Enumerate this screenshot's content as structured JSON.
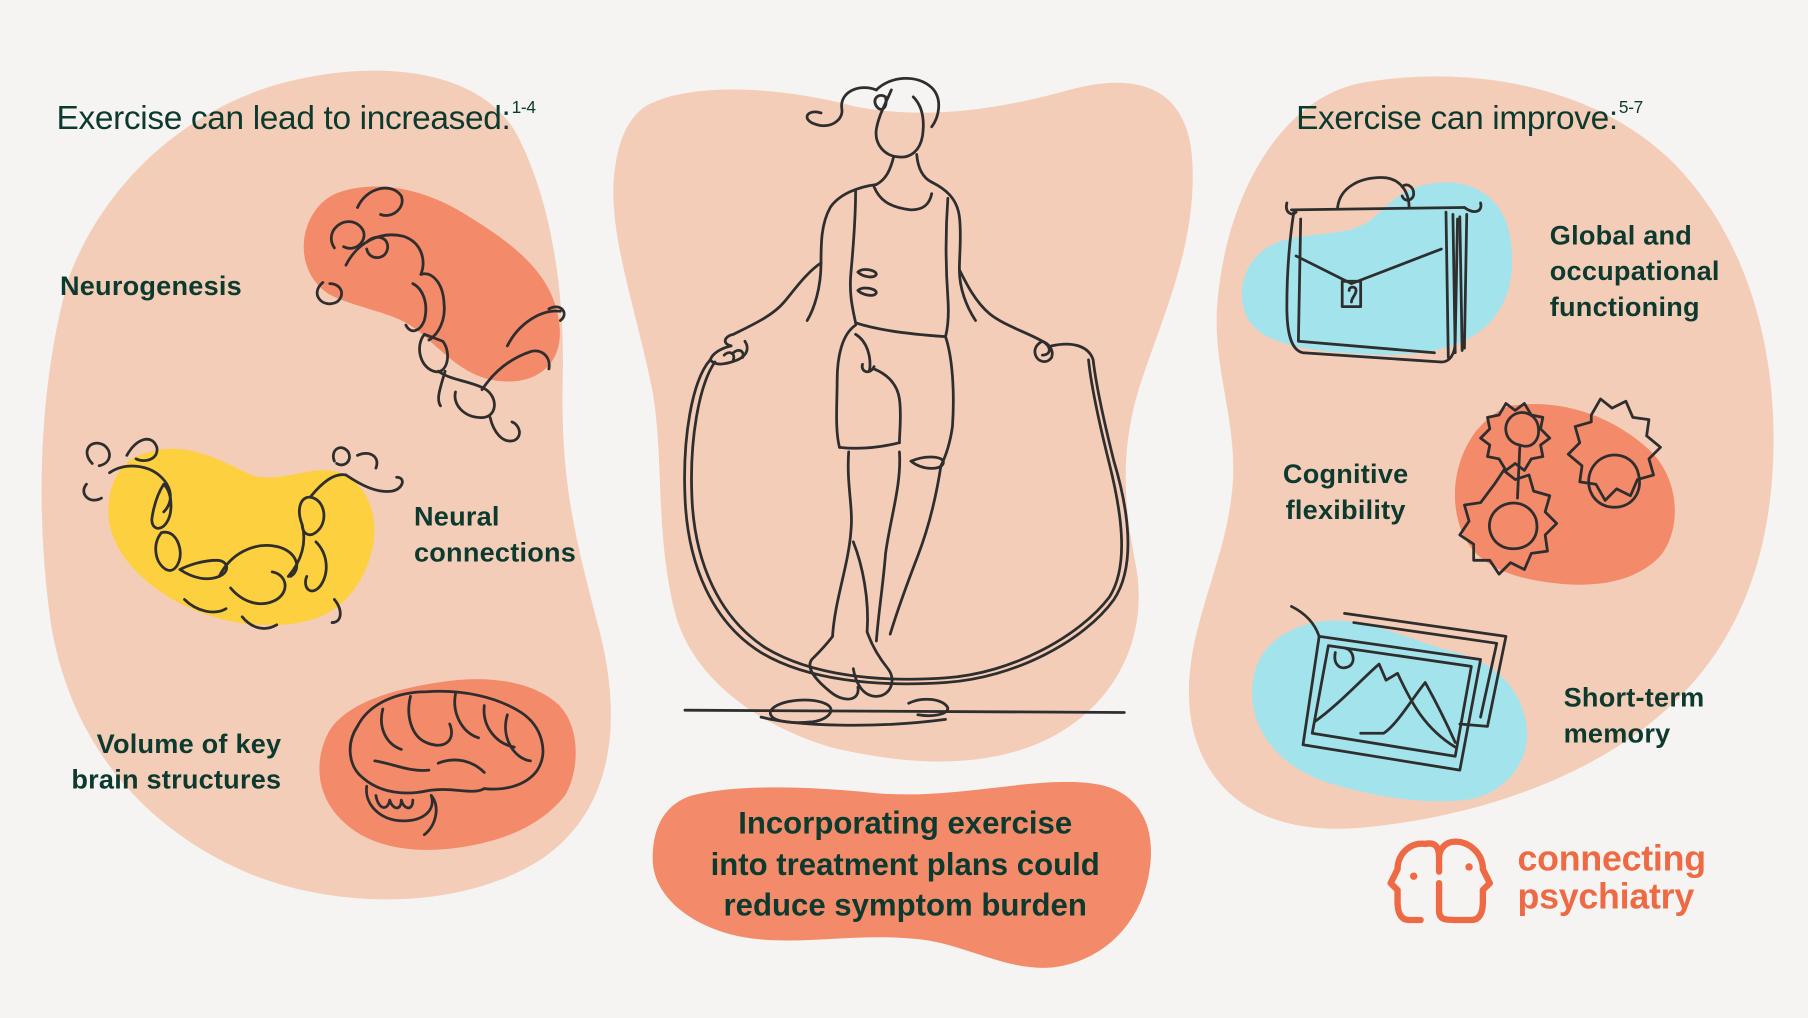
{
  "colors": {
    "background": "#f5f4f2",
    "panel_peach": "#f4cdb9",
    "accent_coral": "#f38a6a",
    "accent_yellow": "#fdd03f",
    "accent_cyan": "#a3e3ec",
    "text_dark_green": "#0d3a2e",
    "logo_orange": "#ee6a45",
    "line_art": "#2e2e2e"
  },
  "left_panel": {
    "heading": "Exercise can lead to increased:",
    "heading_ref": "1-4",
    "items": [
      {
        "label_lines": [
          "Neurogenesis"
        ],
        "icon": "neuron-icon",
        "blob_color": "#f38a6a"
      },
      {
        "label_lines": [
          "Neural",
          "connections"
        ],
        "icon": "neural-chain-icon",
        "blob_color": "#fdd03f"
      },
      {
        "label_lines": [
          "Volume of key",
          "brain structures"
        ],
        "icon": "brain-icon",
        "blob_color": "#f38a6a"
      }
    ]
  },
  "center": {
    "illustration": "woman-jumping-rope-icon",
    "callout_lines": [
      "Incorporating exercise",
      "into treatment plans could",
      "reduce symptom burden"
    ]
  },
  "right_panel": {
    "heading": "Exercise can improve:",
    "heading_ref": "5-7",
    "items": [
      {
        "label_lines": [
          "Global and",
          "occupational",
          "functioning"
        ],
        "icon": "briefcase-icon",
        "blob_color": "#a3e3ec"
      },
      {
        "label_lines": [
          "Cognitive",
          "flexibility"
        ],
        "icon": "gears-icon",
        "blob_color": "#f38a6a"
      },
      {
        "label_lines": [
          "Short-term",
          "memory"
        ],
        "icon": "photo-frames-icon",
        "blob_color": "#a3e3ec"
      }
    ]
  },
  "logo": {
    "icon": "two-heads-icon",
    "line1": "connecting",
    "line2": "psychiatry"
  }
}
